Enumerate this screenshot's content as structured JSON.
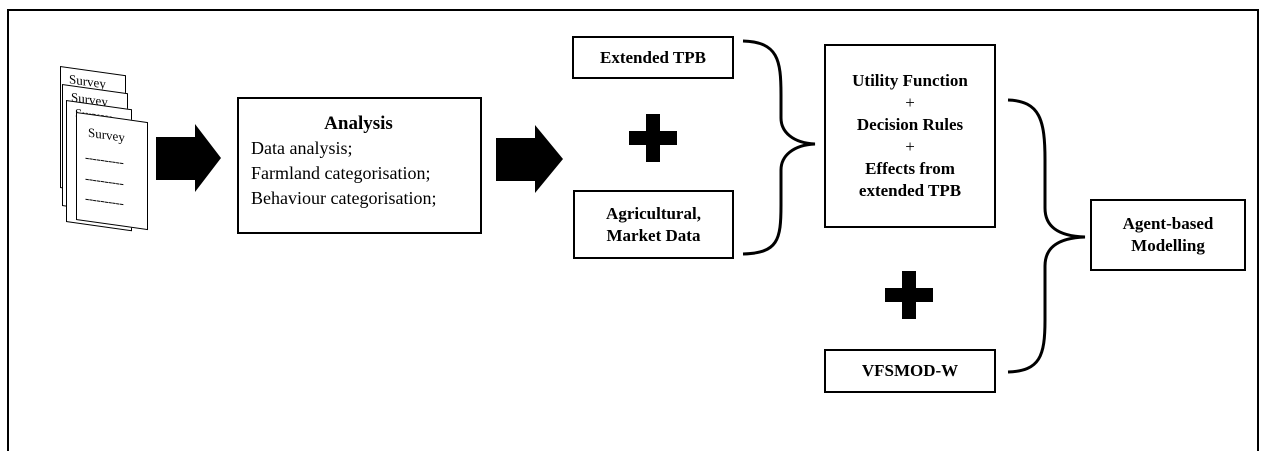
{
  "survey": {
    "front_title": "Survey",
    "back_title_1": "Survey",
    "back_title_2": "Survey",
    "back_title_3": "Survey",
    "dash": "----------"
  },
  "analysis": {
    "title": "Analysis",
    "items": [
      "Data analysis;",
      "Farmland categorisation;",
      "Behaviour categorisation;"
    ]
  },
  "extended_tpb": "Extended TPB",
  "agricultural": {
    "line1": "Agricultural,",
    "line2": "Market Data"
  },
  "utility": {
    "line1": "Utility Function",
    "plus1": "+",
    "line2": "Decision Rules",
    "plus2": "+",
    "line3": "Effects from",
    "line4": "extended TPB"
  },
  "vfsmod": "VFSMOD-W",
  "abm": {
    "line1": "Agent-based",
    "line2": "Modelling"
  }
}
